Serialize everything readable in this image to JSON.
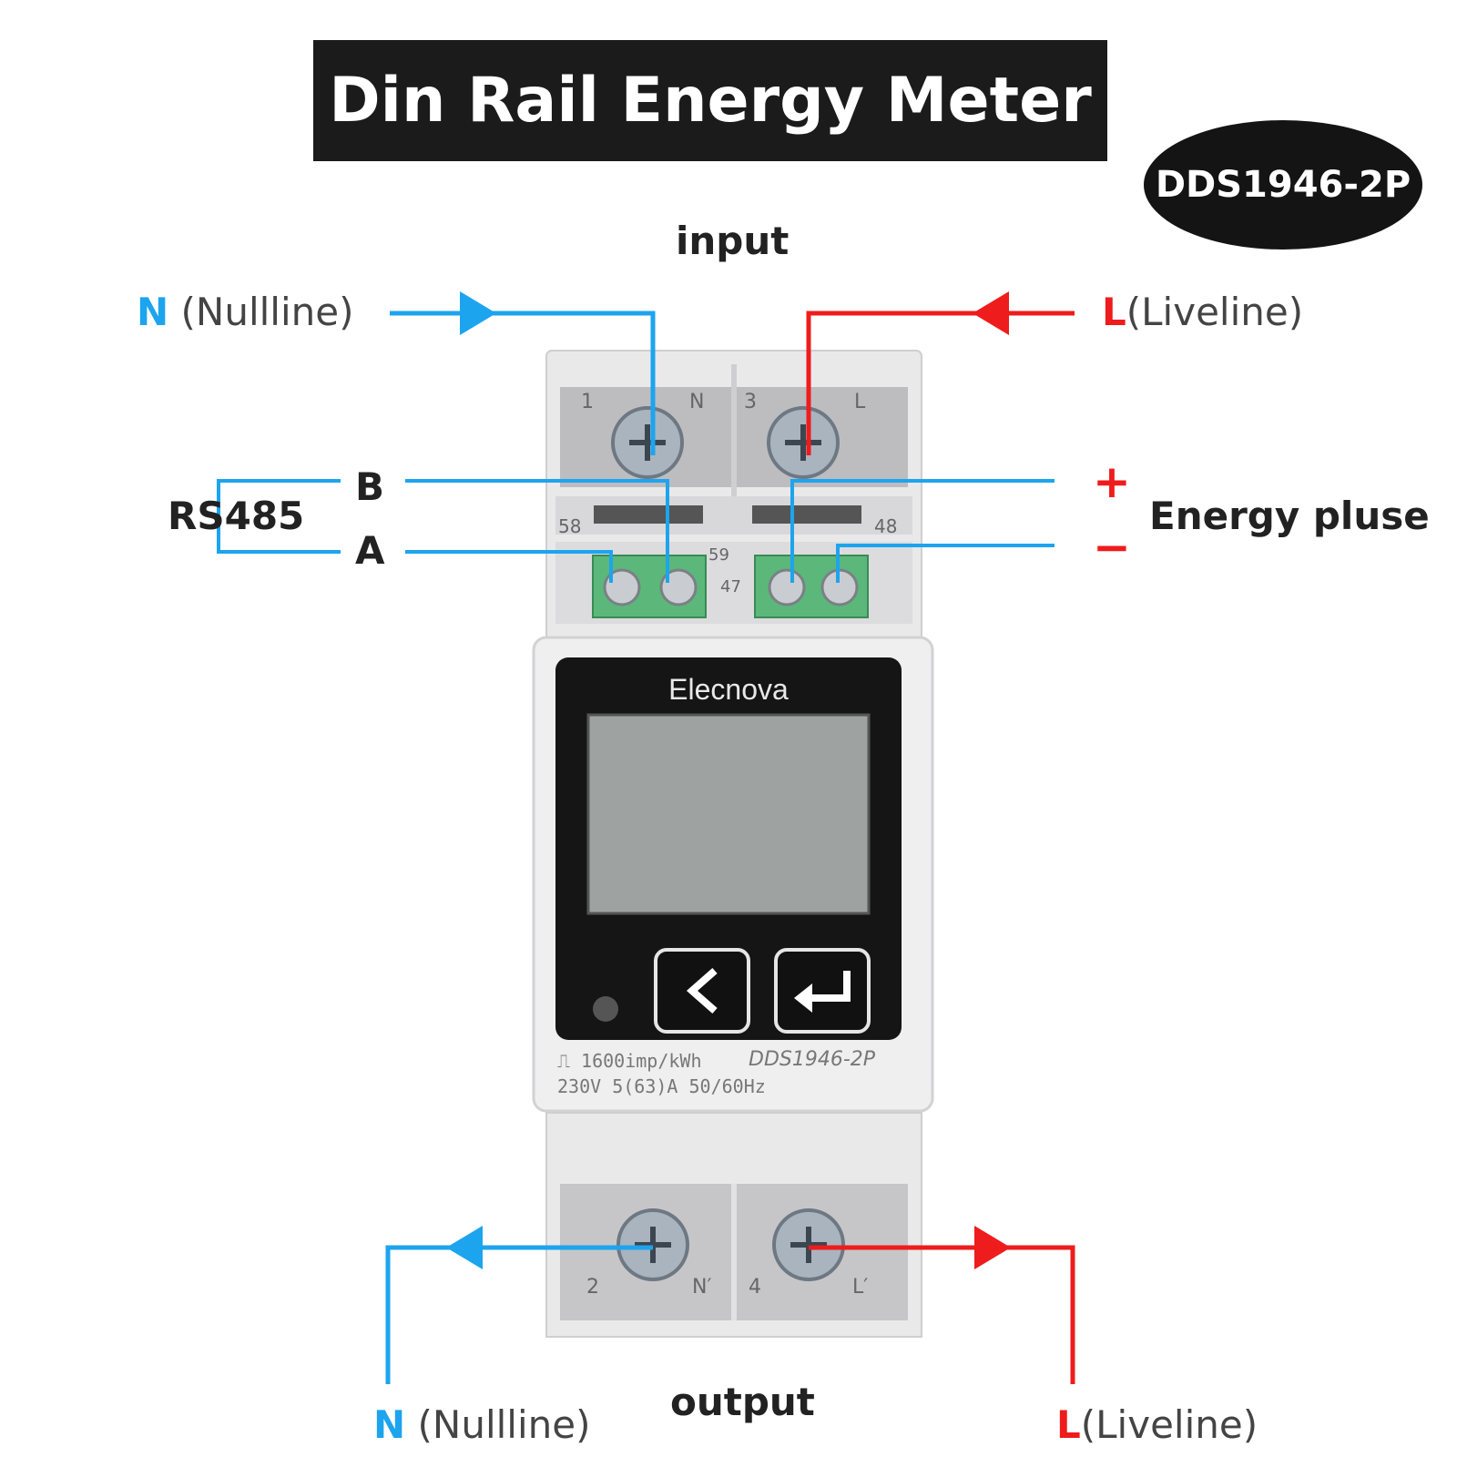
{
  "title": "Din Rail Energy Meter",
  "model_badge": "DDS1946-2P",
  "input_label": "input",
  "output_label": "output",
  "top_left": {
    "code": "N",
    "desc": "(Nullline)"
  },
  "top_right": {
    "code": "L",
    "desc": "(Liveline)"
  },
  "bottom_left": {
    "code": "N",
    "desc": "(Nullline)"
  },
  "bottom_right": {
    "code": "L",
    "desc": "(Liveline)"
  },
  "rs485": {
    "label": "RS485",
    "b": "B",
    "a": "A"
  },
  "pulse": {
    "label": "Energy pluse",
    "plus": "+",
    "minus": "−"
  },
  "meter": {
    "brand": "Elecnova",
    "spec_line1": "⎍ 1600imp/kWh",
    "model": "DDS1946-2P",
    "spec_line2": "230V 5(63)A 50/60Hz",
    "top_terminals": {
      "t1": "1",
      "n": "N",
      "t3": "3",
      "l": "L"
    },
    "pulse_terminals": {
      "t58": "58",
      "t59": "59",
      "t47": "47",
      "t48": "48"
    },
    "bottom_terminals": {
      "t2": "2",
      "n": "N′",
      "t4": "4",
      "l": "L′"
    }
  },
  "colors": {
    "neutral_wire": "#1da4ee",
    "live_wire": "#ee1c1c",
    "title_bg": "#1b1b1b"
  }
}
